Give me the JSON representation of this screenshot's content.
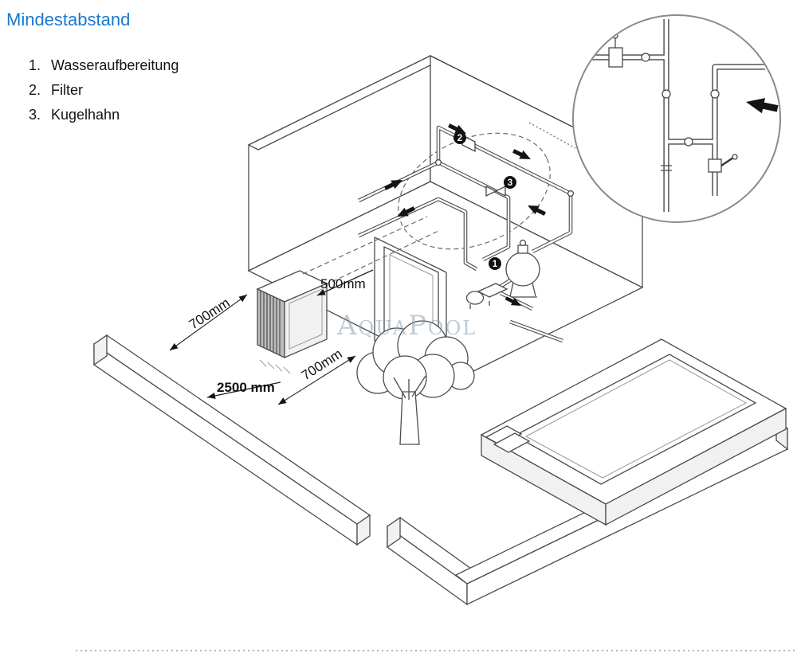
{
  "title": {
    "text": "Mindestabstand"
  },
  "legend": [
    {
      "num": "1.",
      "label": "Wasseraufbereitung"
    },
    {
      "num": "2.",
      "label": "Filter"
    },
    {
      "num": "3.",
      "label": "Kugelhahn"
    }
  ],
  "labels": {
    "dim_500": "500mm",
    "dim_700_side": "700mm",
    "dim_2500": "2500 mm",
    "dim_700_front": "700mm"
  },
  "callouts": {
    "one": "1",
    "two": "2",
    "three": "3"
  },
  "watermark": {
    "text": "AquaPool"
  },
  "colors": {
    "accent_blue": "#1878d0",
    "water_gray": "#d8d8d8",
    "line_gray": "#4c4c4c"
  }
}
